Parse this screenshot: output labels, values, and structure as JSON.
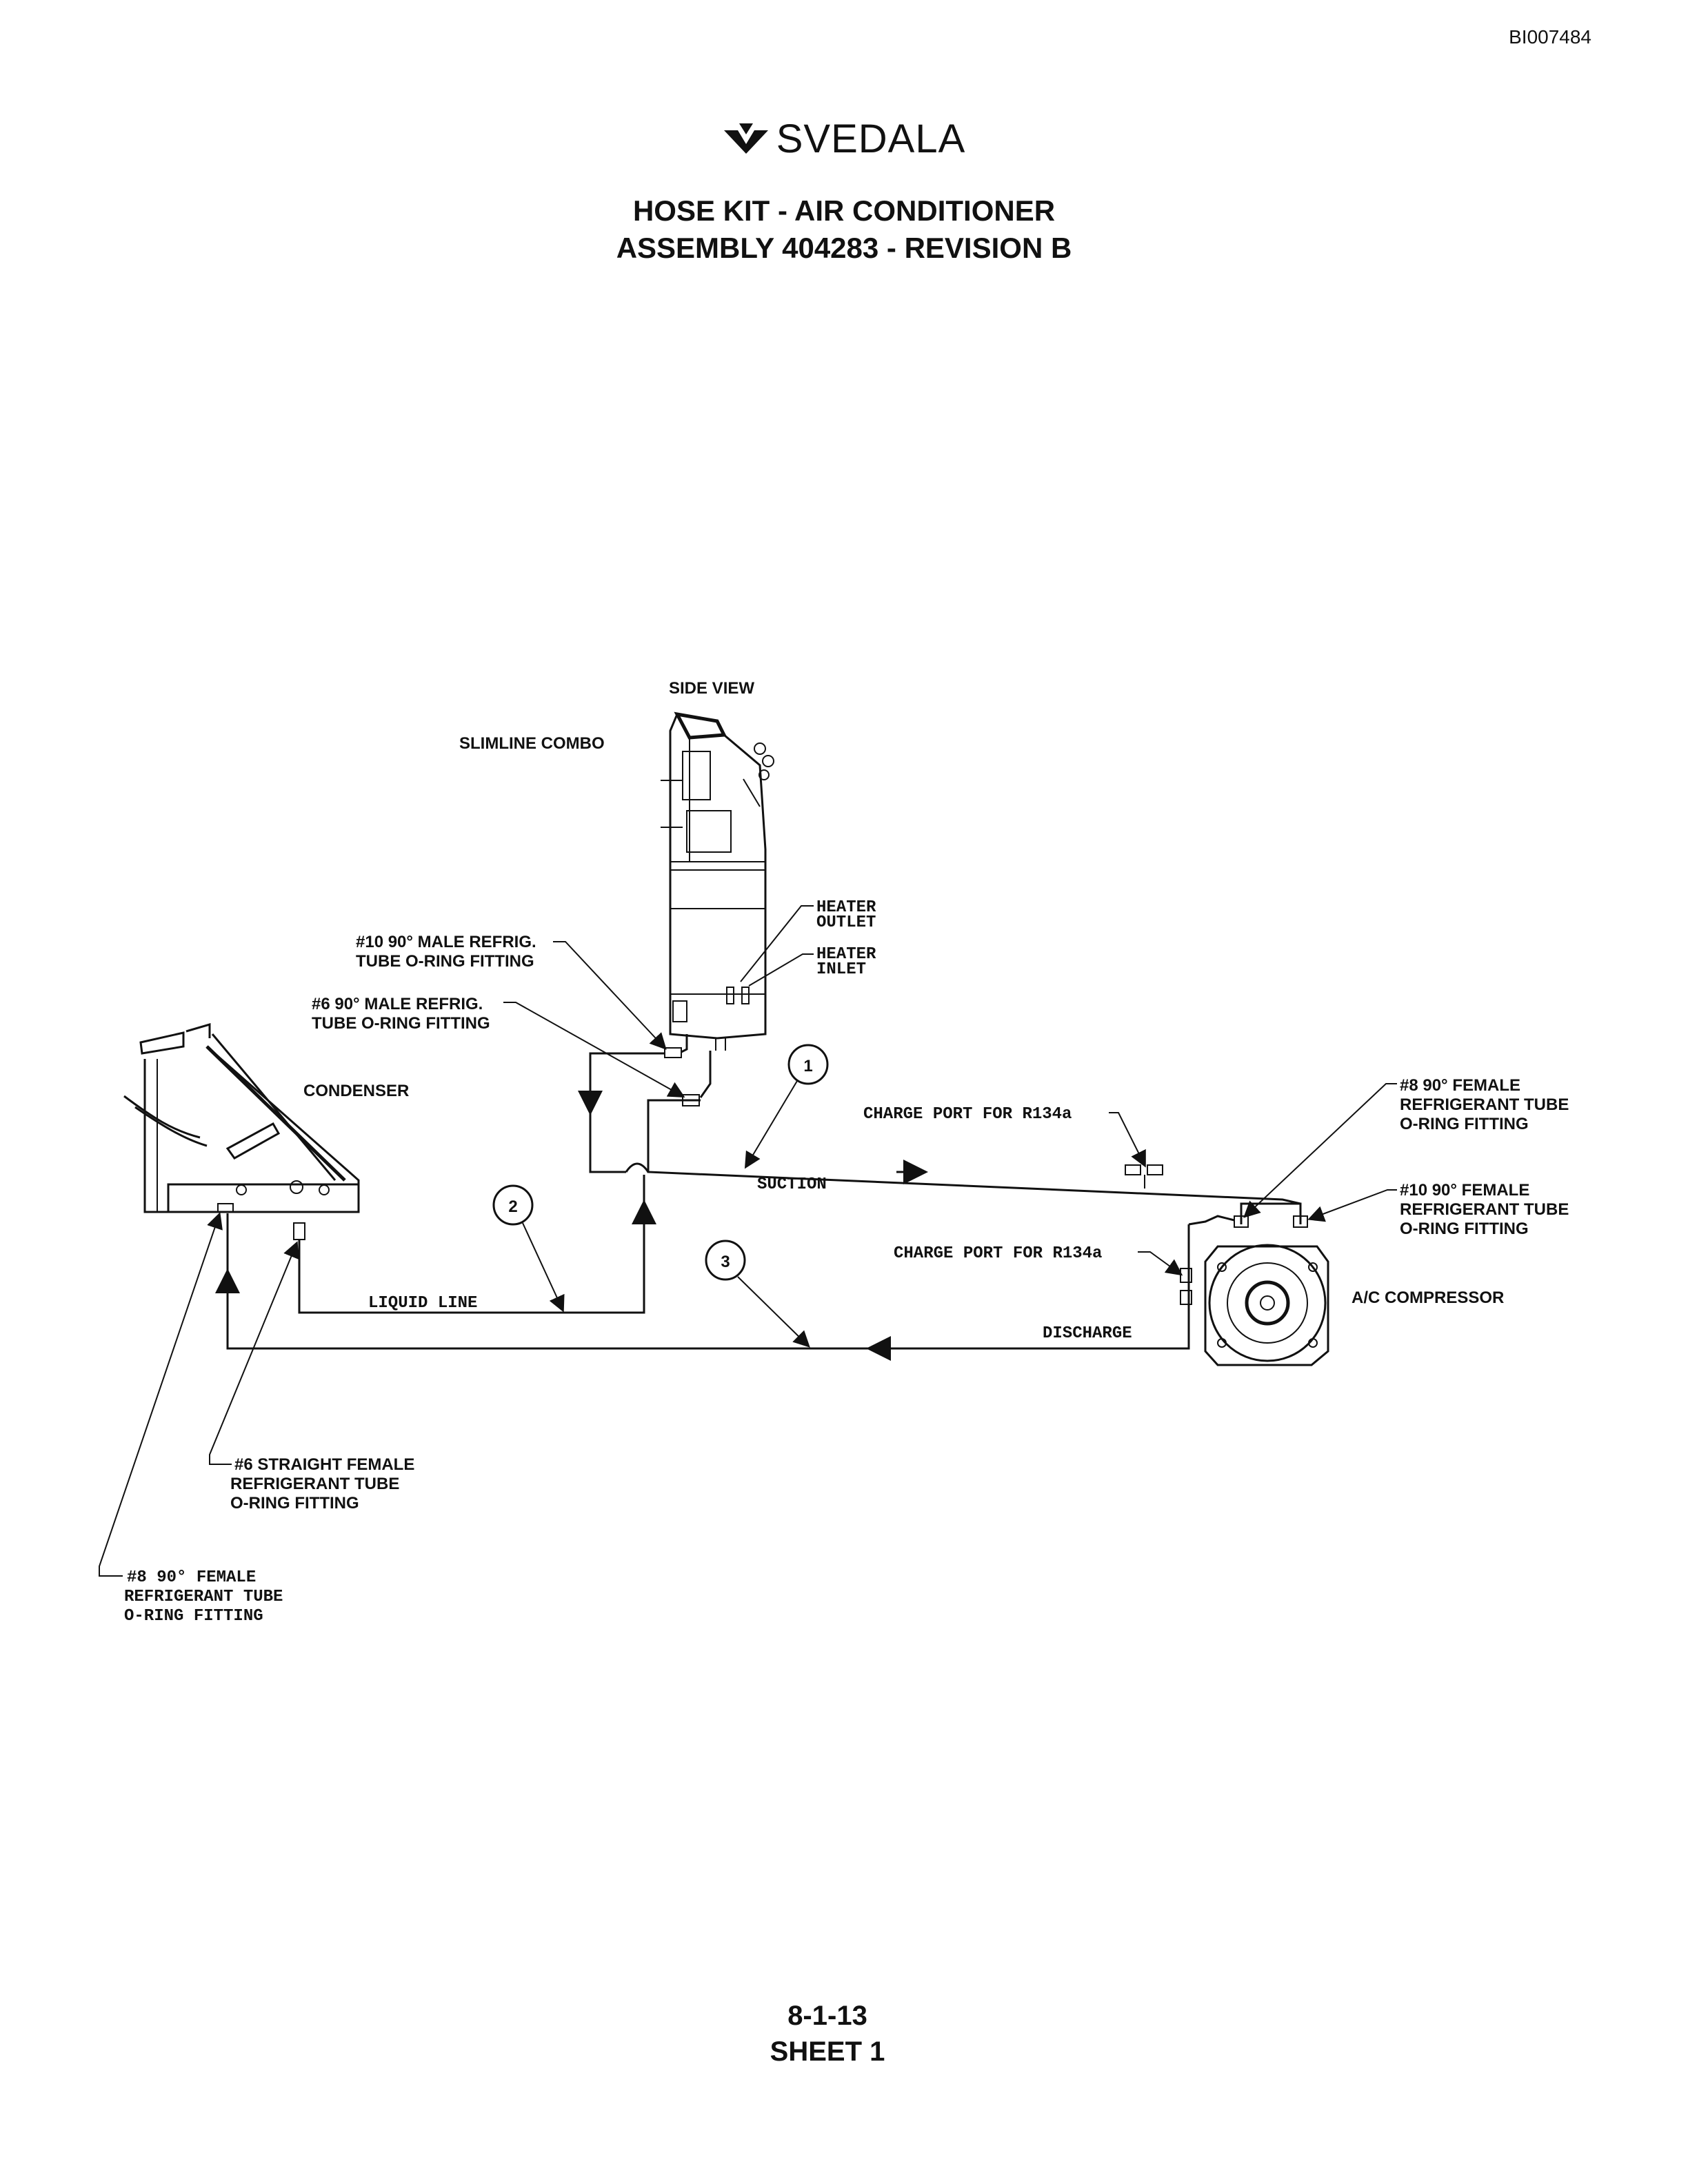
{
  "header": {
    "doc_id": "BI007484",
    "brand": "SVEDALA",
    "title_line1": "HOSE KIT - AIR CONDITIONER",
    "title_line2": "ASSEMBLY 404283 - REVISION B"
  },
  "diagram": {
    "side_view": "SIDE VIEW",
    "slimline_combo": "SLIMLINE COMBO",
    "heater_outlet": [
      "HEATER",
      "OUTLET"
    ],
    "heater_inlet": [
      "HEATER",
      "INLET"
    ],
    "fitting_10_male": [
      "#10 90° MALE REFRIG.",
      "TUBE O-RING FITTING"
    ],
    "fitting_6_male": [
      "#6 90° MALE REFRIG.",
      "TUBE O-RING FITTING"
    ],
    "condenser": "CONDENSER",
    "charge_port_suction": "CHARGE PORT FOR R134a",
    "charge_port_discharge": "CHARGE PORT FOR R134a",
    "suction": "SUCTION",
    "liquid_line": "LIQUID LINE",
    "discharge": "DISCHARGE",
    "ac_compressor": "A/C COMPRESSOR",
    "fitting_8_female_comp": [
      "#8 90° FEMALE",
      "REFRIGERANT TUBE",
      "O-RING FITTING"
    ],
    "fitting_10_female_comp": [
      "#10 90° FEMALE",
      "REFRIGERANT TUBE",
      "O-RING FITTING"
    ],
    "fitting_6_straight": [
      "#6 STRAIGHT FEMALE",
      "REFRIGERANT TUBE",
      "O-RING FITTING"
    ],
    "fitting_8_female_cond": [
      "#8 90° FEMALE",
      "REFRIGERANT TUBE",
      "O-RING FITTING"
    ],
    "callouts": [
      "1",
      "2",
      "3"
    ]
  },
  "footer": {
    "page": "8-1-13",
    "sheet": "SHEET 1"
  }
}
